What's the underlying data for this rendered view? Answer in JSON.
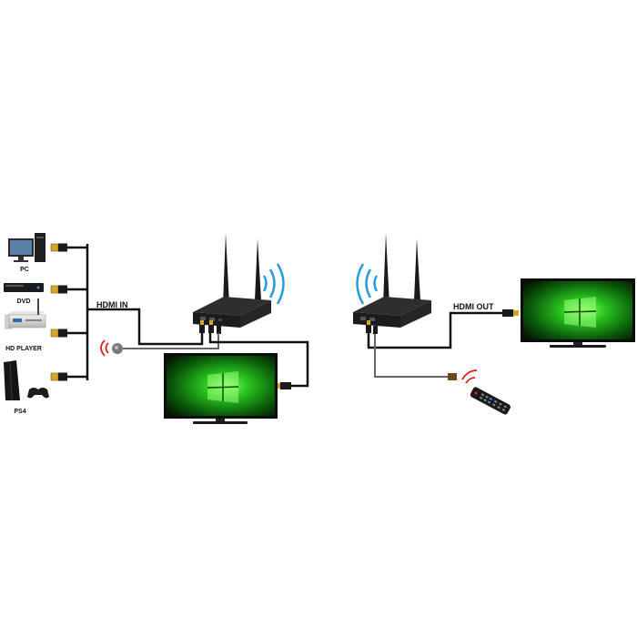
{
  "sources": [
    {
      "label": "PC",
      "icon": "pc-icon"
    },
    {
      "label": "DVD",
      "icon": "dvd-player-icon"
    },
    {
      "label": "HD PLAYER",
      "icon": "hd-player-icon"
    },
    {
      "label": "PS4",
      "icon": "ps4-console-icon"
    }
  ],
  "labels": {
    "hdmi_in": "HDMI IN",
    "hdmi_out": "HDMI OUT"
  },
  "devices": {
    "transmitter": "transmitter-icon",
    "receiver": "receiver-icon",
    "local_tv": "tv-icon",
    "remote_tv": "tv-icon",
    "ir_receiver": "ir-receiver-icon",
    "ir_emitter": "ir-emitter-icon",
    "remote_control": "remote-control-icon"
  },
  "colors": {
    "cable": "#111111",
    "wifi_waves": "#2a9ad6",
    "ir_signal": "#d62020",
    "screen_green": "#1fb81f",
    "hdmi_tip": "#d4a62a"
  }
}
